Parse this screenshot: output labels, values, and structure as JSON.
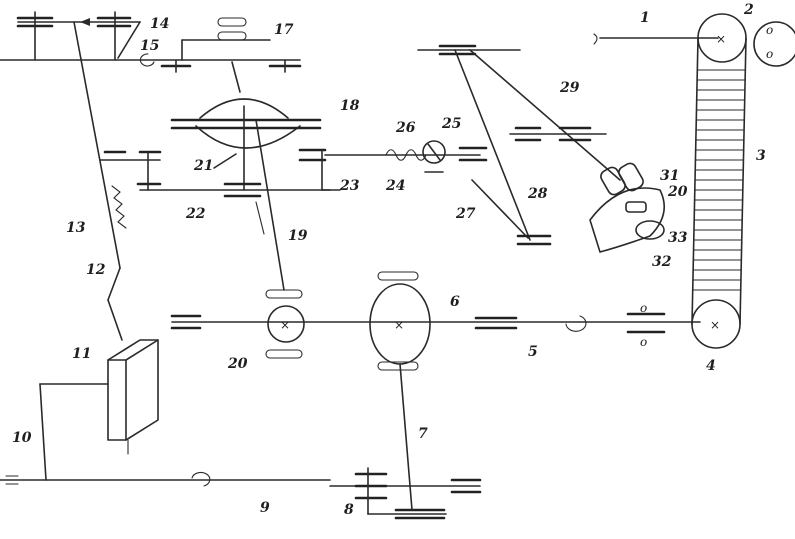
{
  "diagram": {
    "labels": {
      "n1": "1",
      "n2": "2",
      "n3": "3",
      "n4": "4",
      "n5": "5",
      "n6": "6",
      "n7": "7",
      "n8": "8",
      "n9": "9",
      "n10": "10",
      "n11": "11",
      "n12": "12",
      "n13": "13",
      "n14": "14",
      "n15": "15",
      "n17": "17",
      "n18": "18",
      "n19": "19",
      "n20a": "20",
      "n20b": "20",
      "n21": "21",
      "n22": "22",
      "n23": "23",
      "n24": "24",
      "n25": "25",
      "n26": "26",
      "n27": "27",
      "n28": "28",
      "n29": "29",
      "n31": "31",
      "n32": "32",
      "n33": "33"
    },
    "marks": {
      "x": "×",
      "o": "o"
    }
  }
}
